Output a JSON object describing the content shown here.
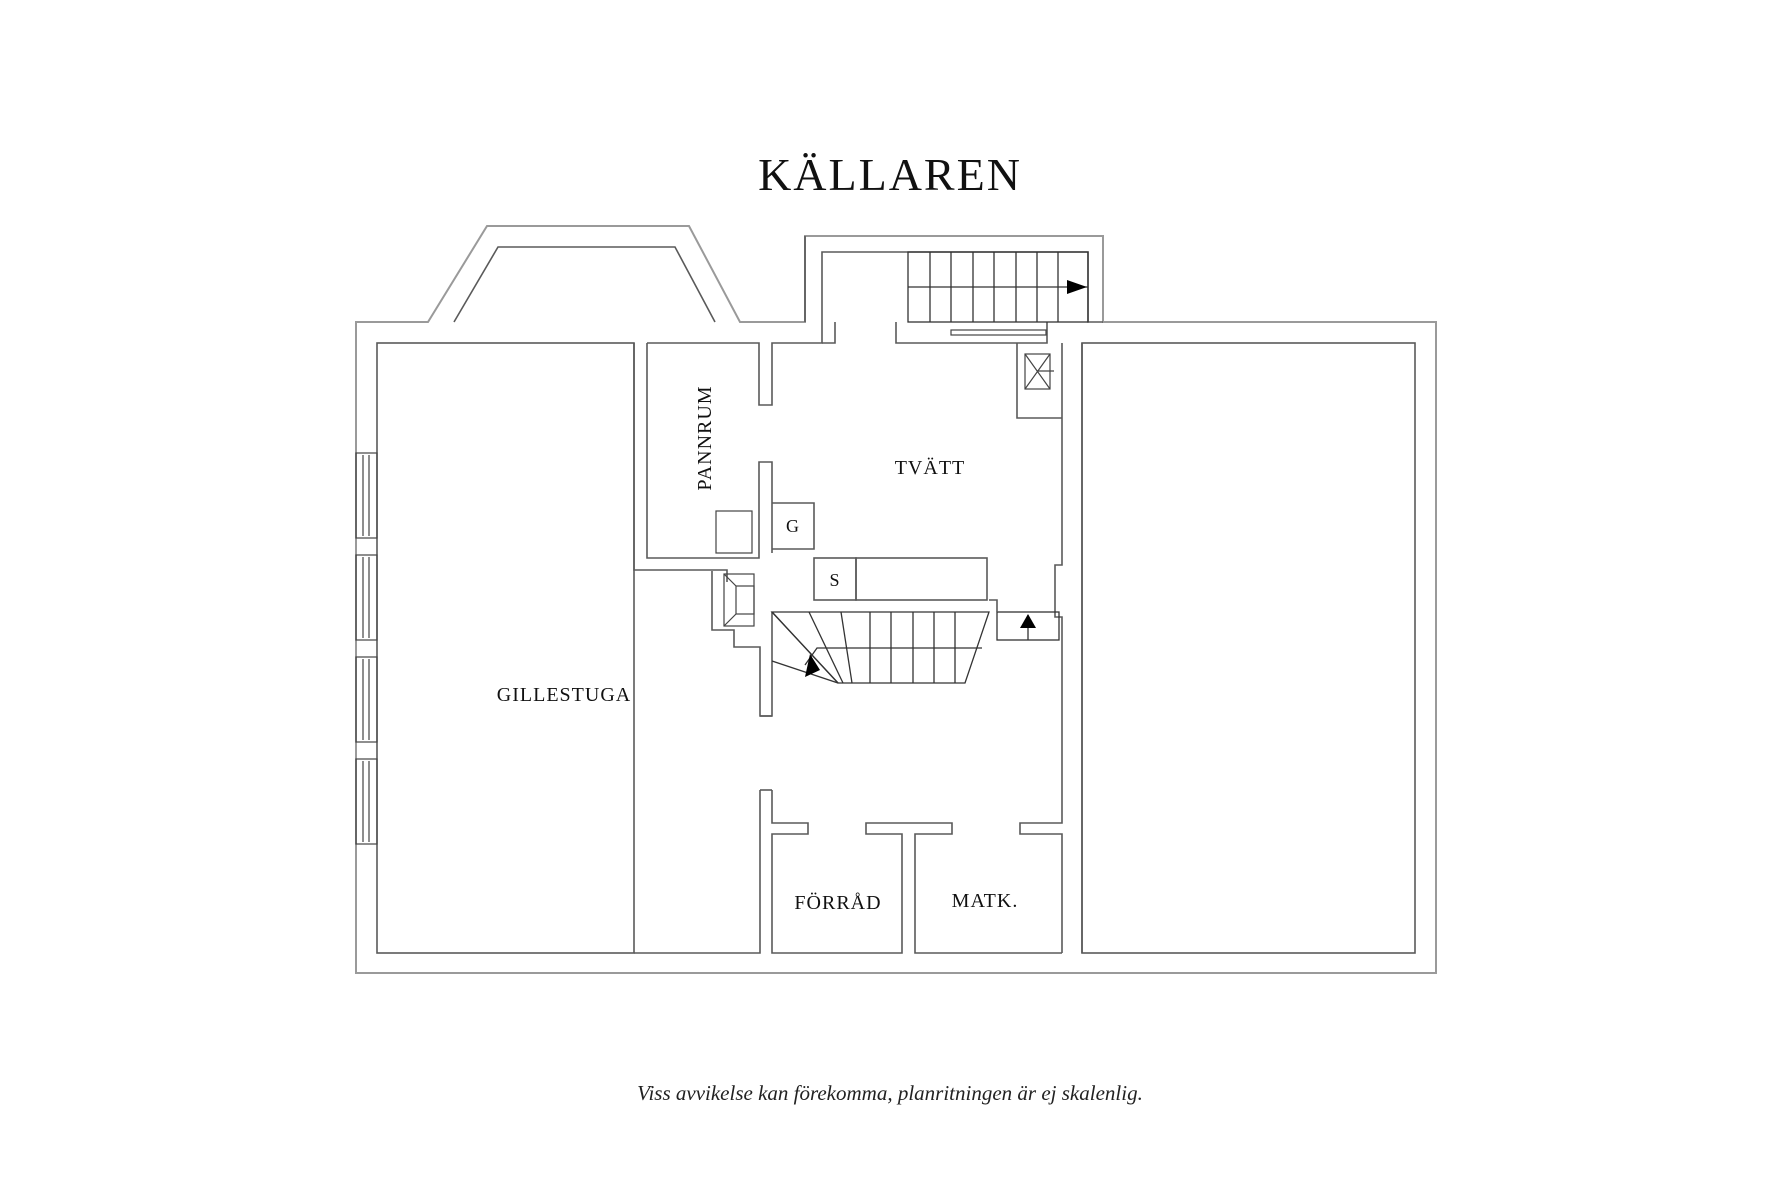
{
  "title": "KÄLLAREN",
  "rooms": {
    "gillestuga": "GILLESTUGA",
    "pannrum": "PANNRUM",
    "tvatt": "TVÄTT",
    "forrad": "FÖRRÅD",
    "matk": "MATK."
  },
  "fixtures": {
    "g": "G",
    "s": "S"
  },
  "footnote": "Viss avvikelse kan förekomma, planritningen är ej skalenlig.",
  "colors": {
    "background": "#ffffff",
    "wall_line": "#5a5a5a",
    "outer_line": "#9a9a9a",
    "text": "#111111"
  }
}
